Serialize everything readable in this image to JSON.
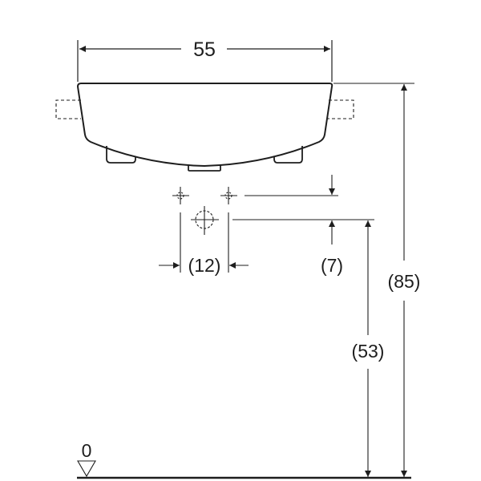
{
  "drawing": {
    "type": "technical dimension drawing - wall-hung washbasin, front elevation",
    "unit": "cm",
    "stroke_color": "#1e1e1e",
    "background": "#ffffff"
  },
  "dimensions": {
    "width": {
      "label": "55",
      "value": 55
    },
    "height_total": {
      "label": "(85)",
      "value": 85
    },
    "height_waste": {
      "label": "(53)",
      "value": 53
    },
    "tap_offset": {
      "label": "(7)",
      "value": 7
    },
    "tap_spacing": {
      "label": "(12)",
      "value": 12
    },
    "floor_level": {
      "label": "0",
      "value": 0
    }
  }
}
